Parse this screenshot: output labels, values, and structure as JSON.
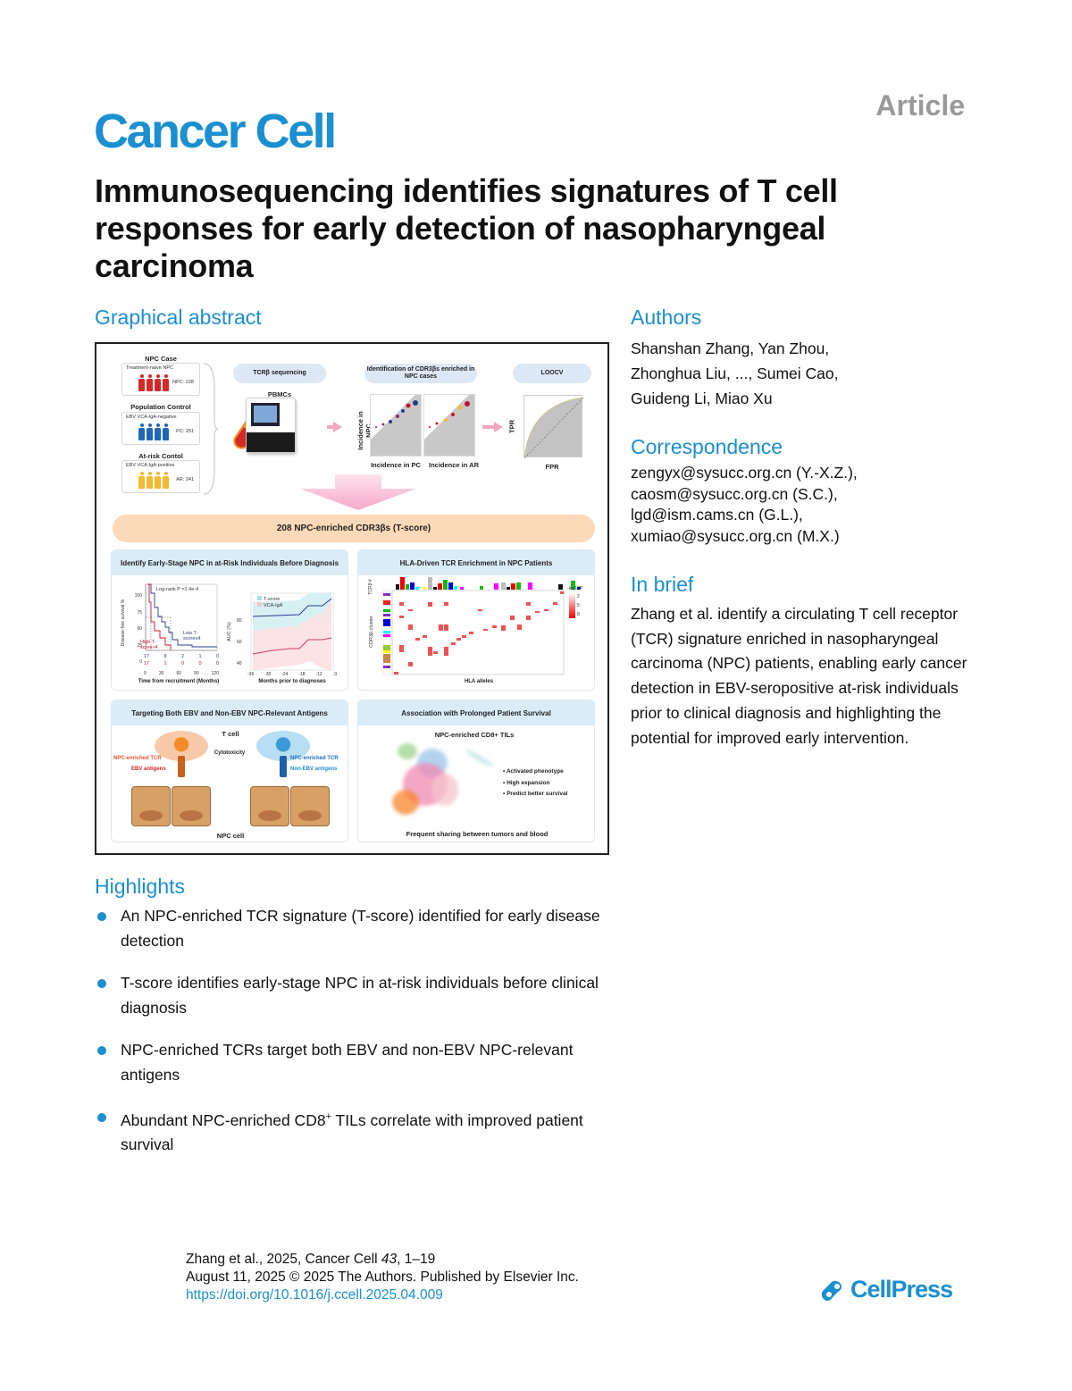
{
  "header": {
    "journal": "Cancer Cell",
    "article_type": "Article",
    "title": "Immunosequencing identifies signatures of T cell responses for early detection of nasopharyngeal carcinoma"
  },
  "sections": {
    "graphical_abstract": "Graphical abstract",
    "authors": "Authors",
    "correspondence": "Correspondence",
    "in_brief": "In brief",
    "highlights": "Highlights"
  },
  "graphical_abstract": {
    "groups": [
      {
        "heading": "NPC Case",
        "sub": "Treatment-naive NPC",
        "count": "NPC: 228",
        "color": "#d62828"
      },
      {
        "heading": "Population Control",
        "sub": "EBV VCA-IgA-negative",
        "count": "PC: 251",
        "color": "#2066b8"
      },
      {
        "heading": "At-risk Contol",
        "sub": "EBV VCA-IgA-positive",
        "count": "AR: 241",
        "color": "#f2b931"
      }
    ],
    "seq_pill": "TCRβ sequencing",
    "sample": "PBMCs",
    "ident_pill": "Identification of CDR3βs enriched in NPC cases",
    "scatter_ylabel": "Incidence in NPC",
    "scatter_xlabels": [
      "Incidence in PC",
      "Incidence in AR"
    ],
    "loocv_pill": "LOOCV",
    "roc_ylabel": "TPR",
    "roc_xlabel": "FPR",
    "tscore_bar": "208 NPC-enriched CDR3βs (T-score)",
    "panel1": {
      "title": "Identify Early-Stage NPC in at-Risk Individuals Before Diagnosis",
      "km_ylabel": "Disease-free survival %",
      "km_xlabel": "Time from recruitment (Months)",
      "km_logrank": "Log-rank P =1.4e-4",
      "km_low": "Low T-score≤4",
      "km_high": "High T-score>4",
      "km_yticks": [
        "100",
        "75",
        "50",
        "25",
        "0"
      ],
      "km_xticks": [
        "0",
        "30",
        "60",
        "90",
        "120"
      ],
      "risk_low": [
        "17",
        "8",
        "2",
        "1",
        "0"
      ],
      "risk_high": [
        "17",
        "1",
        "0",
        "0",
        "0"
      ],
      "auc_ylabel": "AUC (%)",
      "auc_xlabel": "Months prior to diagnoses",
      "auc_yticks": [
        "80",
        "60",
        "40"
      ],
      "auc_xticks": [
        "-36",
        "-30",
        "-24",
        "-18",
        "-12",
        "-3"
      ],
      "auc_legend": [
        "T-score",
        "VCA-IgA"
      ]
    },
    "panel2": {
      "title": "HLA-Driven TCR Enrichment in NPC Patients",
      "ylabel_top": "TCRβ #",
      "ylabel": "CDR3β cluster",
      "xlabel": "HLA alleles",
      "legend_title": "-log10P",
      "legend_ticks": [
        "2",
        "5",
        "8"
      ]
    },
    "panel3": {
      "title": "Targeting Both EBV and Non-EBV NPC-Relevant Antigens",
      "tcell": "T cell",
      "cytotoxicity": "Cytotoxicity",
      "left_tcr": "NPC-enriched TCR",
      "left_antigen": "EBV antigens",
      "right_tcr": "NPC-enriched TCR",
      "right_antigen": "Non-EBV antigens",
      "npc_cell": "NPC cell"
    },
    "panel4": {
      "title": "Association with Prolonged Patient Survival",
      "subtitle": "NPC-enriched CD8+ TILs",
      "bullets": [
        "Activated phenotype",
        "High expansion",
        "Predict better survival"
      ],
      "caption": "Frequent sharing between tumors and blood"
    }
  },
  "authors": {
    "lines": [
      "Shanshan Zhang, Yan Zhou,",
      "Zhonghua Liu, ..., Sumei Cao,",
      "Guideng Li, Miao Xu"
    ]
  },
  "correspondence": {
    "lines": [
      "zengyx@sysucc.org.cn (Y.-X.Z.),",
      "caosm@sysucc.org.cn (S.C.),",
      "lgd@ism.cams.cn (G.L.),",
      "xumiao@sysucc.org.cn (M.X.)"
    ]
  },
  "in_brief": "Zhang et al. identify a circulating T cell receptor (TCR) signature enriched in nasopharyngeal carcinoma (NPC) patients, enabling early cancer detection in EBV-seropositive at-risk individuals prior to clinical diagnosis and highlighting the potential for improved early intervention.",
  "highlights": [
    {
      "text": "An NPC-enriched TCR signature (T-score) identified for early disease detection"
    },
    {
      "text": "T-score identifies early-stage NPC in at-risk individuals before clinical diagnosis"
    },
    {
      "text": "NPC-enriched TCRs target both EBV and non-EBV NPC-relevant antigens"
    },
    {
      "pre": "Abundant NPC-enriched CD8",
      "sup": "+",
      "post": " TILs correlate with improved patient survival"
    }
  ],
  "footer": {
    "citation_pre": "Zhang et al., 2025, Cancer Cell ",
    "volume": "43",
    "citation_post": ", 1–19",
    "date_line": "August 11, 2025 © 2025 The Authors. Published by Elsevier Inc.",
    "doi": "https://doi.org/10.1016/j.ccell.2025.04.009",
    "publisher": "CellPress"
  },
  "colors": {
    "accent": "#1a8fd1",
    "article_tag": "#9a9a9a"
  }
}
